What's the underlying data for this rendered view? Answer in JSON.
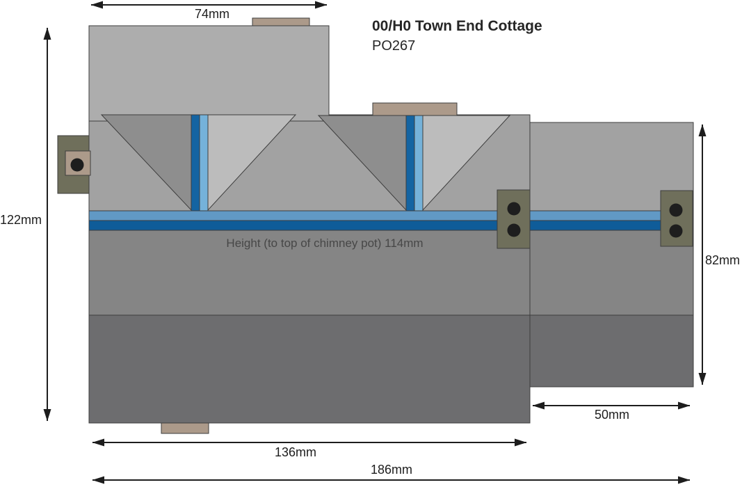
{
  "title": {
    "product": "00/H0 Town End Cottage",
    "code": "PO267"
  },
  "labels": {
    "back_wing_width": "74mm",
    "overall_depth": "122mm",
    "right_wing_depth": "82mm",
    "right_wing_width": "50mm",
    "main_block_width": "136mm",
    "overall_width": "186mm",
    "height_note": "Height (to top of chimney pot) 114mm"
  },
  "colors": {
    "gray_back_wing": "#adadad",
    "gray_roof_band": "#a2a2a2",
    "gray_tri_dark": "#8e8e8e",
    "gray_tri_light": "#bcbcbc",
    "gray_mid_band": "#858585",
    "gray_front_band": "#6d6d6f",
    "blue_band_light": "#6199c5",
    "blue_band_dark": "#0f5c99",
    "blue_stripe_light": "#75b2da",
    "blue_stripe_dark": "#1464a2",
    "olive_stack": "#6f6f5b",
    "tan_chimney": "#ac9a8a",
    "pot_black": "#1e1e1e"
  }
}
